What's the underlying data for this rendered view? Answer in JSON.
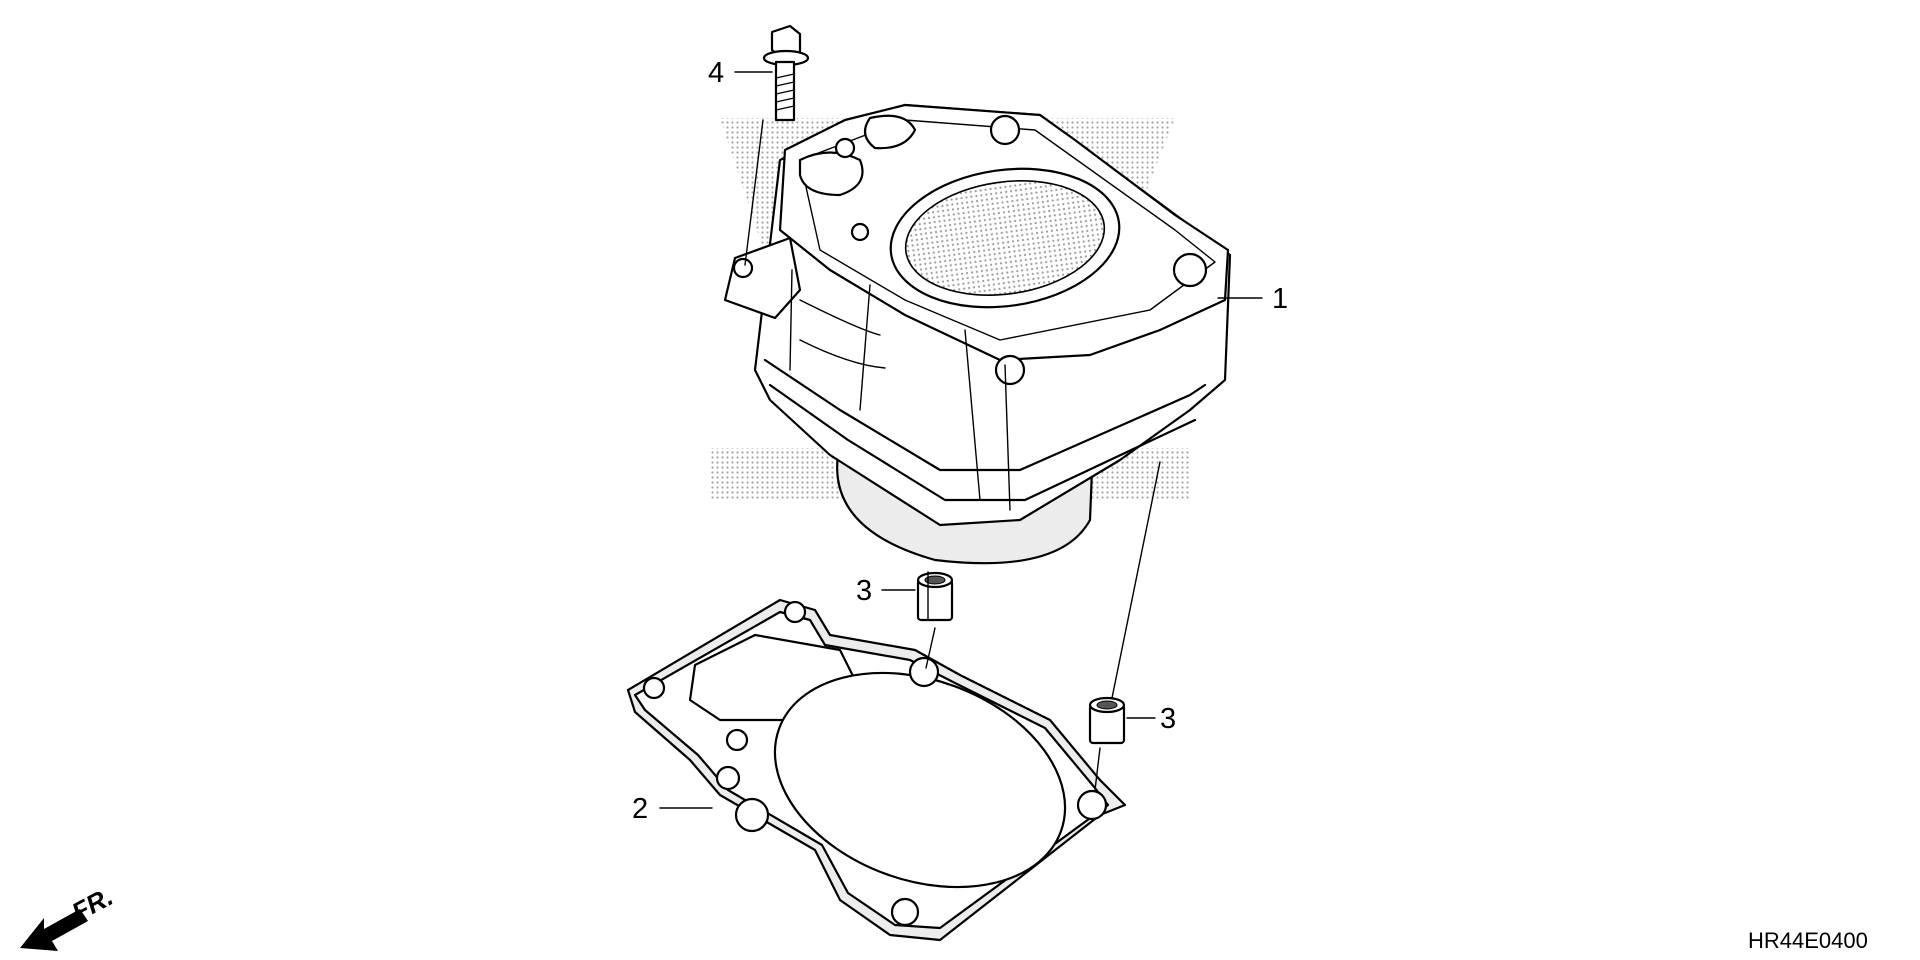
{
  "diagram": {
    "code": "HR44E0400",
    "front_marker": "FR.",
    "callouts": [
      {
        "id": "cylinder",
        "label": "1"
      },
      {
        "id": "gasket",
        "label": "2"
      },
      {
        "id": "dowel-upper",
        "label": "3"
      },
      {
        "id": "dowel-lower",
        "label": "3"
      },
      {
        "id": "bolt",
        "label": "4"
      }
    ]
  },
  "colors": {
    "line": "#000000",
    "background": "#ffffff",
    "watermark_dots": "#9a9a9a"
  }
}
